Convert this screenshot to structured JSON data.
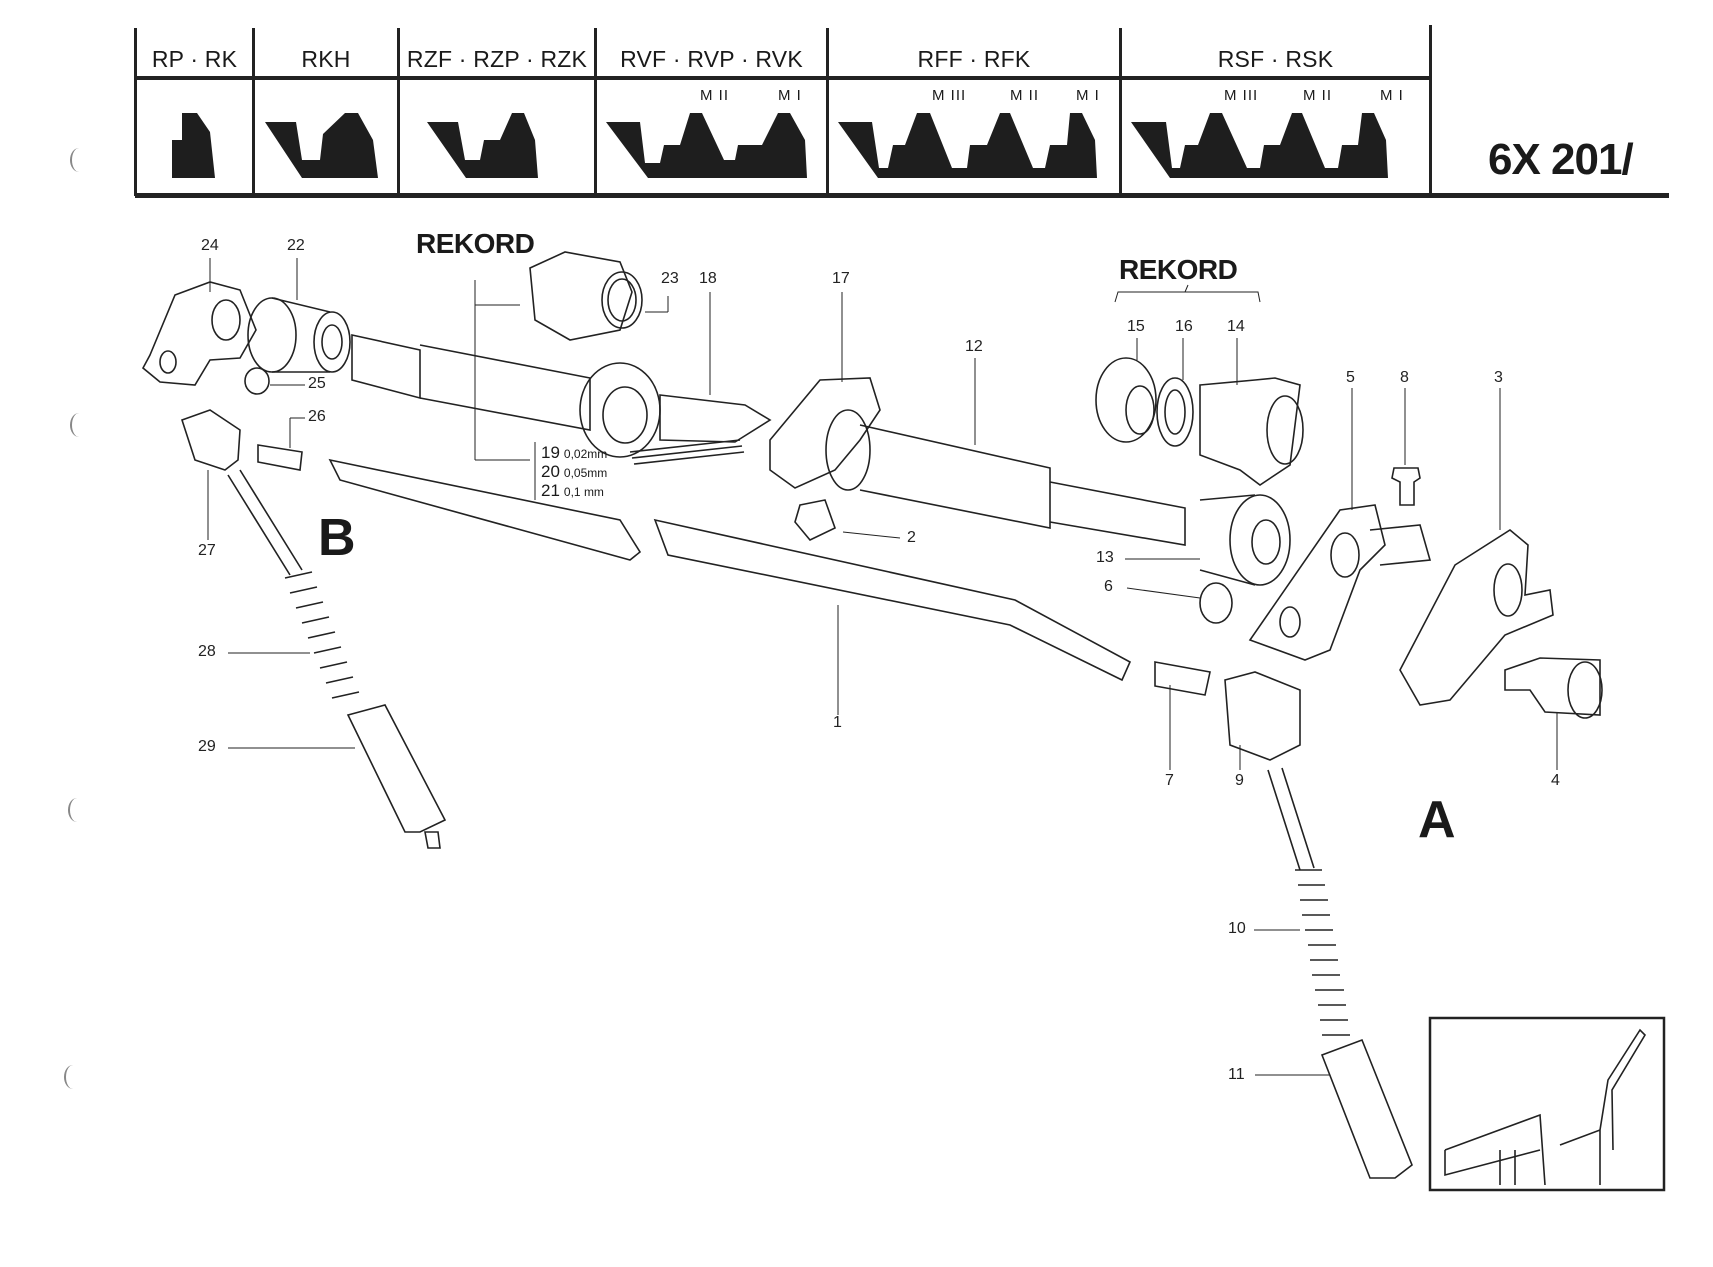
{
  "document": {
    "id": "6X 201/",
    "type": "exploded parts diagram"
  },
  "header_table": {
    "columns": [
      {
        "label": "RP · RK",
        "modules": []
      },
      {
        "label": "RKH",
        "modules": []
      },
      {
        "label": "RZF · RZP · RZK",
        "modules": []
      },
      {
        "label": "RVF · RVP · RVK",
        "modules": [
          "M II",
          "M I"
        ]
      },
      {
        "label": "RFF · RFK",
        "modules": [
          "M III",
          "M II",
          "M I"
        ]
      },
      {
        "label": "RSF · RSK",
        "modules": [
          "M III",
          "M II",
          "M I"
        ]
      }
    ]
  },
  "group_labels": {
    "rekord_left": "REKORD",
    "rekord_right": "REKORD",
    "assembly_a": "A",
    "assembly_b": "B"
  },
  "shims": [
    {
      "part": "19",
      "thickness": "0,02mm"
    },
    {
      "part": "20",
      "thickness": "0,05mm"
    },
    {
      "part": "21",
      "thickness": "0,1  mm"
    }
  ],
  "callouts": [
    "1",
    "2",
    "3",
    "4",
    "5",
    "6",
    "7",
    "8",
    "9",
    "10",
    "11",
    "12",
    "13",
    "14",
    "15",
    "16",
    "17",
    "18",
    "22",
    "23",
    "24",
    "25",
    "26",
    "27",
    "28",
    "29"
  ]
}
